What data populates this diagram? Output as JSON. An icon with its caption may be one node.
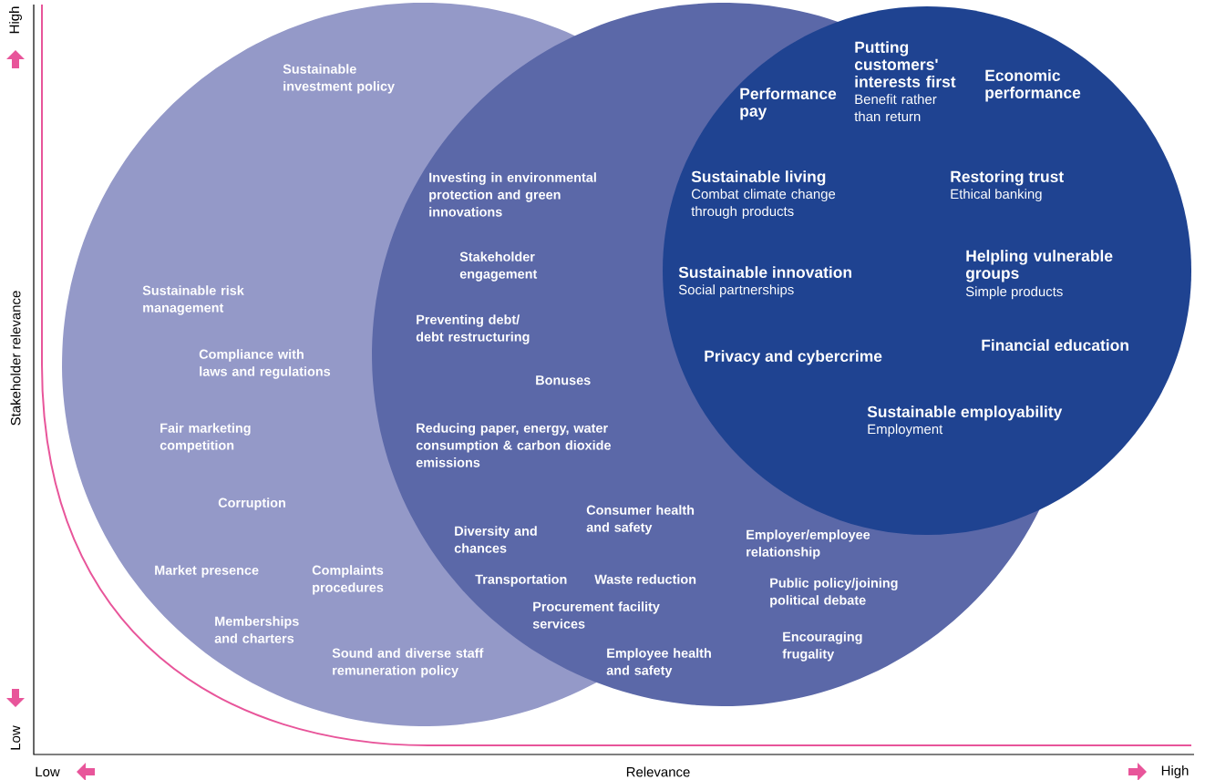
{
  "diagram": {
    "nodes": [
      {
        "text": [],
        "shape": "circle"
      },
      {
        "text": [],
        "shape": "circle"
      },
      {
        "text": [],
        "shape": "circle"
      }
    ],
    "labels": [
      "Sustainable investment policy",
      "Sustainable risk management",
      "Compliance with laws and regulations",
      "Fair marketing competition",
      "Corruption",
      "Market presence",
      "Complaints procedures",
      "Memberships and charters",
      "Sound and diverse staff remuneration policy",
      "Investing in environmental protection and green innovations",
      "Stakeholder engagement",
      "Preventing debt/ debt restructuring",
      "Bonuses",
      "Reducing paper, energy, water consumption & carbon dioxide emissions",
      "Diversity and chances",
      "Consumer health and safety",
      "Transportation",
      "Waste reduction",
      "Procurement facility services",
      "Employee health and safety",
      "Employer/employee relationship",
      "Public policy/joining political debate",
      "Encouraging frugality",
      "Performance pay",
      "Putting customers' interests first",
      "Benefit rather than return",
      "Economic performance",
      "Sustainable living",
      "Combat climate change through products",
      "Restoring trust",
      "Ethical banking",
      "Sustainable innovation",
      "Social partnerships",
      "Helpling vulnerable groups",
      "Simple products",
      "Privacy and cybercrime",
      "Financial education",
      "Sustainable employability",
      "Employment",
      "High",
      "Stakeholder relevance",
      "Low",
      "Low",
      "Relevance",
      "High"
    ]
  }
}
